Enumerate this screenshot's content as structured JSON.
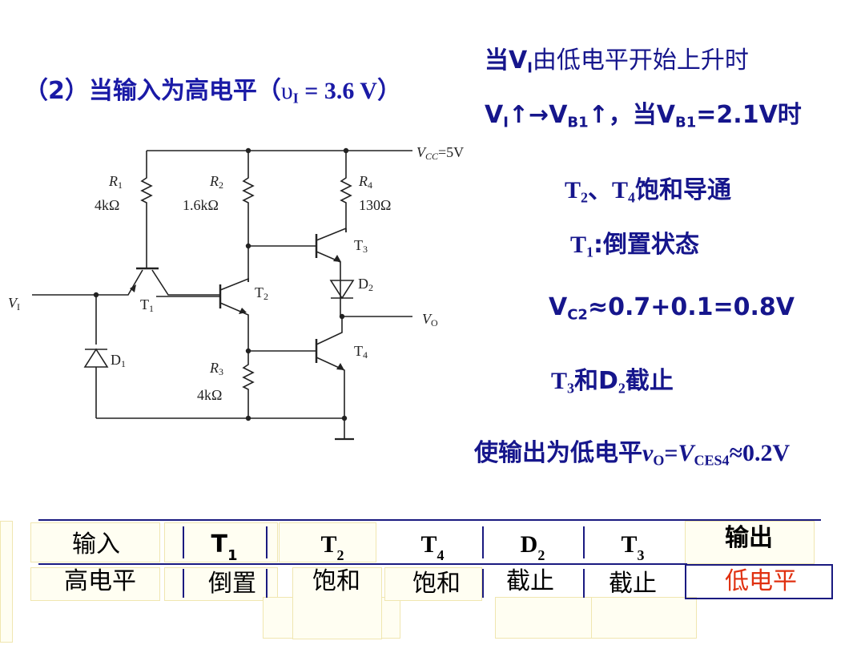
{
  "heading": {
    "prefix": "（2）当输入为高电平（",
    "symbol": "υ",
    "sub": "I",
    "suffix": " = 3.6 V）"
  },
  "right_notes": {
    "line1": {
      "a": "当V",
      "a_sub": "I",
      "b": "由低电平开始上升时"
    },
    "line2": {
      "a": "V",
      "a_sub": "I",
      "b": "↑→V",
      "b_sub": "B1",
      "c": "↑，当V",
      "c_sub": "B1",
      "d": "=2.1V时"
    },
    "line3": {
      "a": "T",
      "a_sub": "2",
      "b": "、T",
      "b_sub": "4",
      "c": "饱和导通"
    },
    "line4": {
      "a": "T",
      "a_sub": "1",
      "b": ":倒置状态"
    },
    "line5": {
      "a": "V",
      "a_sub": "C2",
      "b": "≈0.7+0.1=0.8V"
    },
    "line6": {
      "a": "T",
      "a_sub": "3",
      "b": "和D",
      "b_sub": "2",
      "c": "截止"
    },
    "line7": {
      "a": "使输出为低电平",
      "v": "v",
      "v_sub": "O",
      "eq": "=",
      "V": "V",
      "V_sub": "CES4",
      "b": "≈0.2V"
    }
  },
  "circuit": {
    "vcc": "V",
    "vcc_sub": "CC",
    "vcc_val": "=5V",
    "vi": "V",
    "vi_sub": "I",
    "vo": "V",
    "vo_sub": "O",
    "r1": "R",
    "r1_sub": "1",
    "r1_val": "4kΩ",
    "r2": "R",
    "r2_sub": "2",
    "r2_val": "1.6kΩ",
    "r3": "R",
    "r3_sub": "3",
    "r3_val": "4kΩ",
    "r4": "R",
    "r4_sub": "4",
    "r4_val": "130Ω",
    "t1": "T",
    "t1_sub": "1",
    "t2": "T",
    "t2_sub": "2",
    "t3": "T",
    "t3_sub": "3",
    "t4": "T",
    "t4_sub": "4",
    "d1": "D",
    "d1_sub": "1",
    "d2": "D",
    "d2_sub": "2"
  },
  "table": {
    "headers": {
      "input": "输入",
      "t1": "T",
      "t1_sub": "1",
      "t2": "T",
      "t2_sub": "2",
      "t4": "T",
      "t4_sub": "4",
      "d2": "D",
      "d2_sub": "2",
      "t3": "T",
      "t3_sub": "3",
      "output": "输出"
    },
    "row": {
      "input": "高电平",
      "t1": "倒置",
      "t2": "饱和",
      "t4": "饱和",
      "d2": "截止",
      "t3": "截止",
      "output": "低电平"
    }
  },
  "colors": {
    "text_blue": "#1a1aa6",
    "output_red": "#e03010",
    "table_rule": "#1a1a80"
  }
}
